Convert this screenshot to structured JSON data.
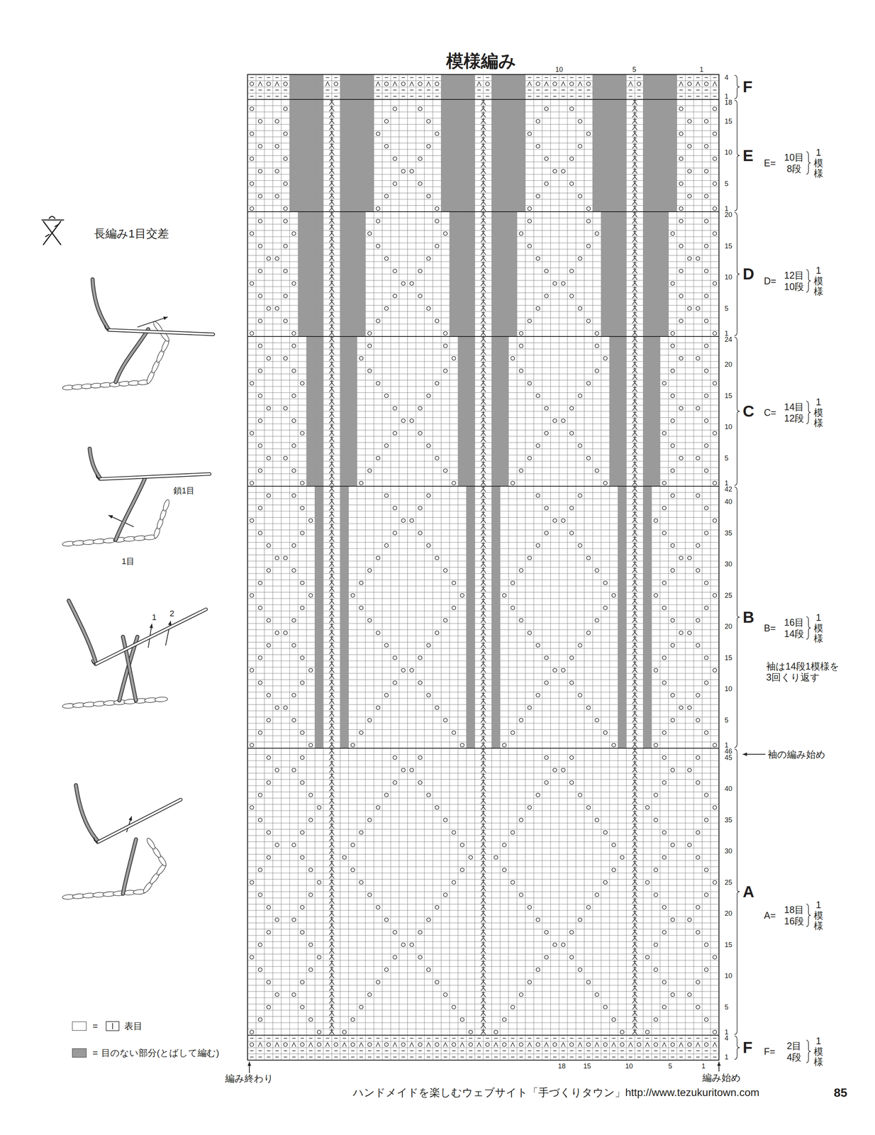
{
  "diagram": {
    "title": "模様編み",
    "labels": [
      "長編み1目交差",
      "鎖1目",
      "1目",
      "1",
      "2",
      "10",
      "5",
      "1",
      "4",
      "1",
      "F",
      "18",
      "15",
      "10",
      "5",
      "1",
      "E",
      "20",
      "15",
      "10",
      "5",
      "1",
      "D",
      "24",
      "20",
      "15",
      "10",
      "5",
      "1",
      "C",
      "42",
      "40",
      "35",
      "30",
      "25",
      "20",
      "15",
      "10",
      "5",
      "1",
      "B",
      "46",
      "45",
      "40",
      "35",
      "30",
      "25",
      "20",
      "15",
      "10",
      "5",
      "1",
      "A",
      "4",
      "1",
      "F",
      "E=",
      "10目",
      "8段",
      "1模様",
      "D=",
      "12目",
      "10段",
      "1模様",
      "C=",
      "14目",
      "12段",
      "1模様",
      "B=",
      "16目",
      "14段",
      "1模様",
      "A=",
      "18目",
      "16段",
      "1模様",
      "F=",
      "2目",
      "4段",
      "1模様",
      "袖は14段1模様を 3回くり返す",
      "袖の編み始め",
      "編み終わり",
      "編み始め",
      "18",
      "15",
      "10",
      "5",
      "1",
      "=",
      "=",
      "ハンドメイドを楽しむウェブサイト「手づくりタウン」http://www.tezukuritown.com",
      "85"
    ],
    "legend": [
      {
        "text": "表目",
        "color": "#ffffff"
      },
      {
        "text": "目のない部分(とばして編む)",
        "color": "#9a9a9a"
      }
    ]
  }
}
